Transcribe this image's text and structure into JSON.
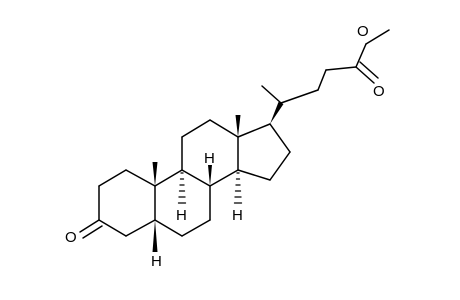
{
  "molecule": {
    "atom_labels": {
      "oxygen_ketone": "O",
      "oxygen_ester_single": "O",
      "oxygen_ester_double": "O",
      "h_c5": "H",
      "h_c9": "H",
      "h_c8": "H",
      "h_c14": "H"
    },
    "colors": {
      "bond": "#000000",
      "background": "#ffffff"
    }
  }
}
